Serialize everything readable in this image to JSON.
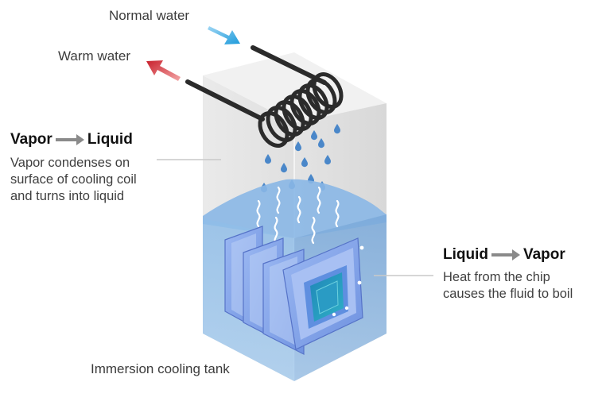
{
  "labels": {
    "normal_water": "Normal water",
    "warm_water": "Warm water",
    "tank": "Immersion cooling tank"
  },
  "left_callout": {
    "from": "Vapor",
    "to": "Liquid",
    "lines": [
      "Vapor condenses on",
      "surface of cooling coil",
      "and turns into liquid"
    ]
  },
  "right_callout": {
    "from": "Liquid",
    "to": "Vapor",
    "lines": [
      "Heat from the chip",
      "causes the fluid to boil"
    ]
  },
  "colors": {
    "inflow_arrow": "#2ea3e0",
    "outflow_arrow": "#c8202c",
    "coil": "#2b2b2b",
    "liquid": "#7fb0e0",
    "droplet": "#4a87c9",
    "tank_wall": "#e6e6e6",
    "heading_arrow": "#8a8a8a"
  },
  "icons": [
    "inflow-arrow-icon",
    "outflow-arrow-icon",
    "cooling-coil-icon",
    "droplet-icon",
    "vapor-wave-icon",
    "chip-icon",
    "right-arrow-icon"
  ]
}
